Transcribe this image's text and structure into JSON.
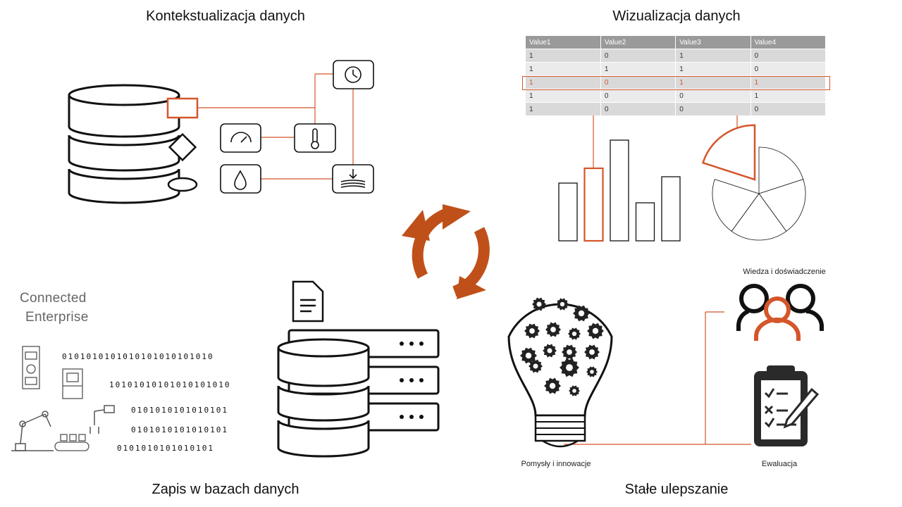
{
  "titles": {
    "context": "Kontekstualizacja danych",
    "visualization": "Wizualizacja danych",
    "storage": "Zapis w bazach danych",
    "improvement": "Stałe ulepszanie"
  },
  "connected_enterprise": {
    "line1": "Connected",
    "line2": "Enterprise"
  },
  "binary_rows": [
    "0101010101010101010101010",
    "10101010101010101010",
    "0101010101010101",
    "0101010101010101",
    "0101010101010101"
  ],
  "table": {
    "headers": [
      "Value1",
      "Value2",
      "Value3",
      "Value4"
    ],
    "rows": [
      [
        "1",
        "0",
        "1",
        "0"
      ],
      [
        "1",
        "1",
        "1",
        "0"
      ],
      [
        "1",
        "0",
        "1",
        "1"
      ],
      [
        "1",
        "0",
        "0",
        "1"
      ],
      [
        "1",
        "0",
        "0",
        "0"
      ]
    ],
    "highlighted_row": 2
  },
  "captions": {
    "knowledge": "Wiedza i doświadczenie",
    "ideas": "Pomysły i innowacje",
    "evaluation": "Ewaluacja"
  },
  "colors": {
    "accent": "#d4562a",
    "cycle": "#c0501a",
    "ink": "#111111",
    "table_header": "#9a9a9a"
  },
  "icons": [
    "database-icon",
    "clock-icon",
    "thermometer-icon",
    "gauge-icon",
    "humidity-icon",
    "pressure-icon",
    "cycle-arrows-icon",
    "document-icon",
    "server-rack-icon",
    "lightbulb-gears-icon",
    "people-icon",
    "clipboard-checklist-icon",
    "robot-arm-icon",
    "machine-icon",
    "conveyor-icon"
  ],
  "chart_data": [
    {
      "type": "bar",
      "values": [
        82,
        103,
        143,
        54,
        91
      ],
      "highlighted_index": 1
    },
    {
      "type": "pie",
      "slices": [
        20,
        20,
        20,
        20,
        20
      ],
      "highlighted_index": 0
    }
  ]
}
